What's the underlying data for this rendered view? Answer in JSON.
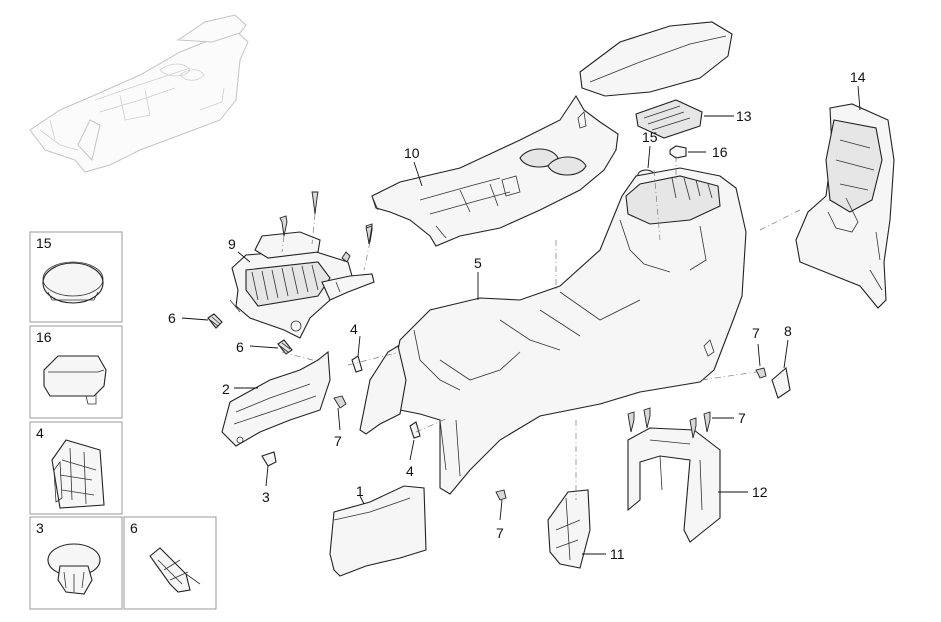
{
  "callouts": {
    "c1": "1",
    "c2": "2",
    "c3": "3",
    "c4a": "4",
    "c4b": "4",
    "c5": "5",
    "c6a": "6",
    "c6b": "6",
    "c7a": "7",
    "c7b": "7",
    "c7c": "7",
    "c7d": "7",
    "c8": "8",
    "c9": "9",
    "c10": "10",
    "c11": "11",
    "c12": "12",
    "c13": "13",
    "c14": "14",
    "c15": "15",
    "c16": "16"
  },
  "detail_panels": {
    "p15": "15",
    "p16": "16",
    "p4": "4",
    "p3": "3",
    "p6": "6"
  }
}
